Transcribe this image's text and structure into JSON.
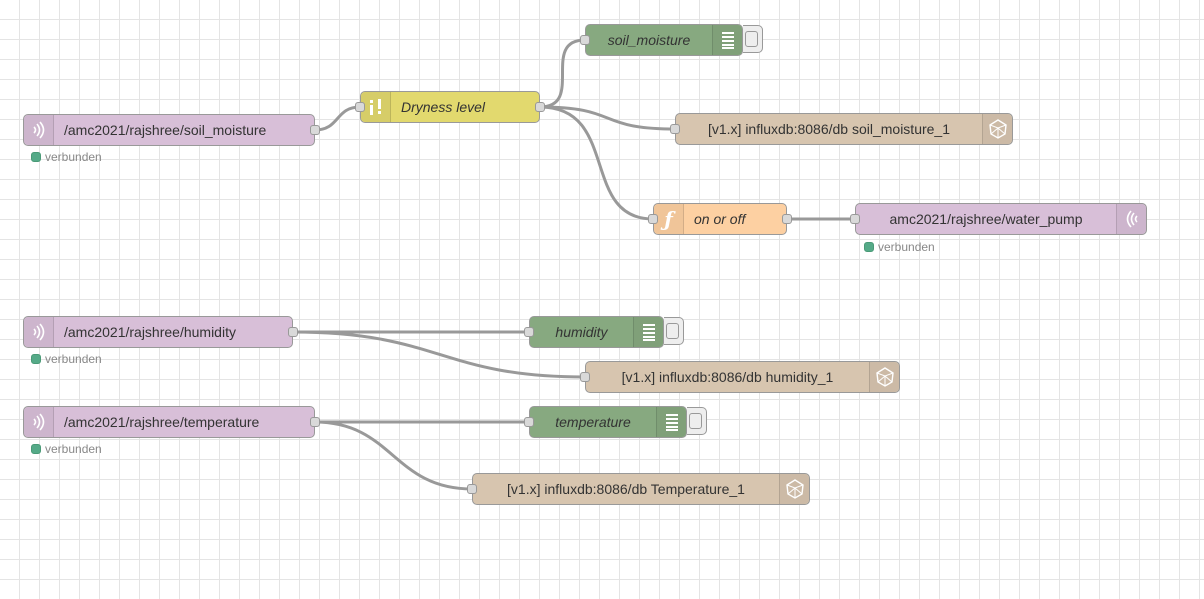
{
  "canvas": {
    "grid": true
  },
  "nodes": {
    "mqtt_in_soil": {
      "type": "mqtt in",
      "icon": "bridge-icon",
      "label": "/amc2021/rajshree/soil_moisture",
      "status": "verbunden",
      "status_color": "#55aa88"
    },
    "change_dryness": {
      "type": "change",
      "icon": "swap-icon",
      "label": "Dryness level"
    },
    "debug_soil": {
      "type": "debug",
      "icon": "list-icon",
      "label": "soil_moisture"
    },
    "influx_soil": {
      "type": "influxdb out",
      "icon": "influxdb-icon",
      "label": "[v1.x] influxdb:8086/db soil_moisture_1"
    },
    "func_onoff": {
      "type": "function",
      "icon": "function-icon",
      "label": "on or off"
    },
    "mqtt_out_pump": {
      "type": "mqtt out",
      "icon": "bridge-icon",
      "label": "amc2021/rajshree/water_pump",
      "status": "verbunden",
      "status_color": "#55aa88"
    },
    "mqtt_in_humidity": {
      "type": "mqtt in",
      "icon": "bridge-icon",
      "label": "/amc2021/rajshree/humidity",
      "status": "verbunden",
      "status_color": "#55aa88"
    },
    "debug_humidity": {
      "type": "debug",
      "icon": "list-icon",
      "label": "humidity"
    },
    "influx_humidity": {
      "type": "influxdb out",
      "icon": "influxdb-icon",
      "label": "[v1.x] influxdb:8086/db humidity_1"
    },
    "mqtt_in_temperature": {
      "type": "mqtt in",
      "icon": "bridge-icon",
      "label": "/amc2021/rajshree/temperature",
      "status": "verbunden",
      "status_color": "#55aa88"
    },
    "debug_temperature": {
      "type": "debug",
      "icon": "list-icon",
      "label": "temperature"
    },
    "influx_temperature": {
      "type": "influxdb out",
      "icon": "influxdb-icon",
      "label": "[v1.x] influxdb:8086/db Temperature_1"
    }
  },
  "wires": [
    {
      "from": "mqtt_in_soil",
      "to": "change_dryness"
    },
    {
      "from": "change_dryness",
      "to": "debug_soil"
    },
    {
      "from": "change_dryness",
      "to": "influx_soil"
    },
    {
      "from": "change_dryness",
      "to": "func_onoff"
    },
    {
      "from": "func_onoff",
      "to": "mqtt_out_pump"
    },
    {
      "from": "mqtt_in_humidity",
      "to": "debug_humidity"
    },
    {
      "from": "mqtt_in_humidity",
      "to": "influx_humidity"
    },
    {
      "from": "mqtt_in_temperature",
      "to": "debug_temperature"
    },
    {
      "from": "mqtt_in_temperature",
      "to": "influx_temperature"
    }
  ],
  "colors": {
    "mqtt": "#d8bfd8",
    "debug": "#87a980",
    "influxdb": "#d7c5af",
    "change": "#e2d96e",
    "function": "#fdd0a2",
    "wire": "#999999",
    "status_connected": "#55aa88"
  }
}
